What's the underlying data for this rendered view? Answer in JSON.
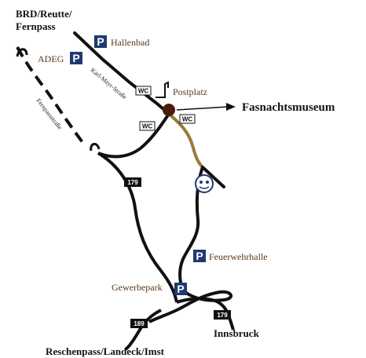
{
  "destinations": {
    "north_west": [
      "BRD/Reutte/",
      "Fernpass"
    ],
    "east": "Fasnachtsmuseum",
    "south_east": "Innsbruck",
    "south_west": "Reschenpass/Landeck/Imst"
  },
  "places": {
    "hallenbad": "Hallenbad",
    "adeg": "ADEG",
    "postplatz": "Postplatz",
    "feuerwehrhalle": "Feuerwehrhalle",
    "gewerbepark": "Gewerbepark"
  },
  "streets": {
    "karl_mayr": "Karl-Mayr-Straße",
    "fernpass": "Fernpassstraße"
  },
  "signs": {
    "parking": "P",
    "wc": "WC",
    "road_179": "179",
    "road_189": "189"
  },
  "colors": {
    "road": "#111111",
    "highlight_road": "#9a7a3a",
    "parking_bg": "#1f3a6e",
    "museum_dot": "#4a1c0c",
    "label_brown": "#5a3a1e",
    "shield_bg": "#111111"
  },
  "icons": {
    "parking": "parking-icon",
    "wc": "wc-icon",
    "post_horn": "post-horn-icon",
    "mask": "mask-icon",
    "arrow": "arrow-right-icon"
  }
}
